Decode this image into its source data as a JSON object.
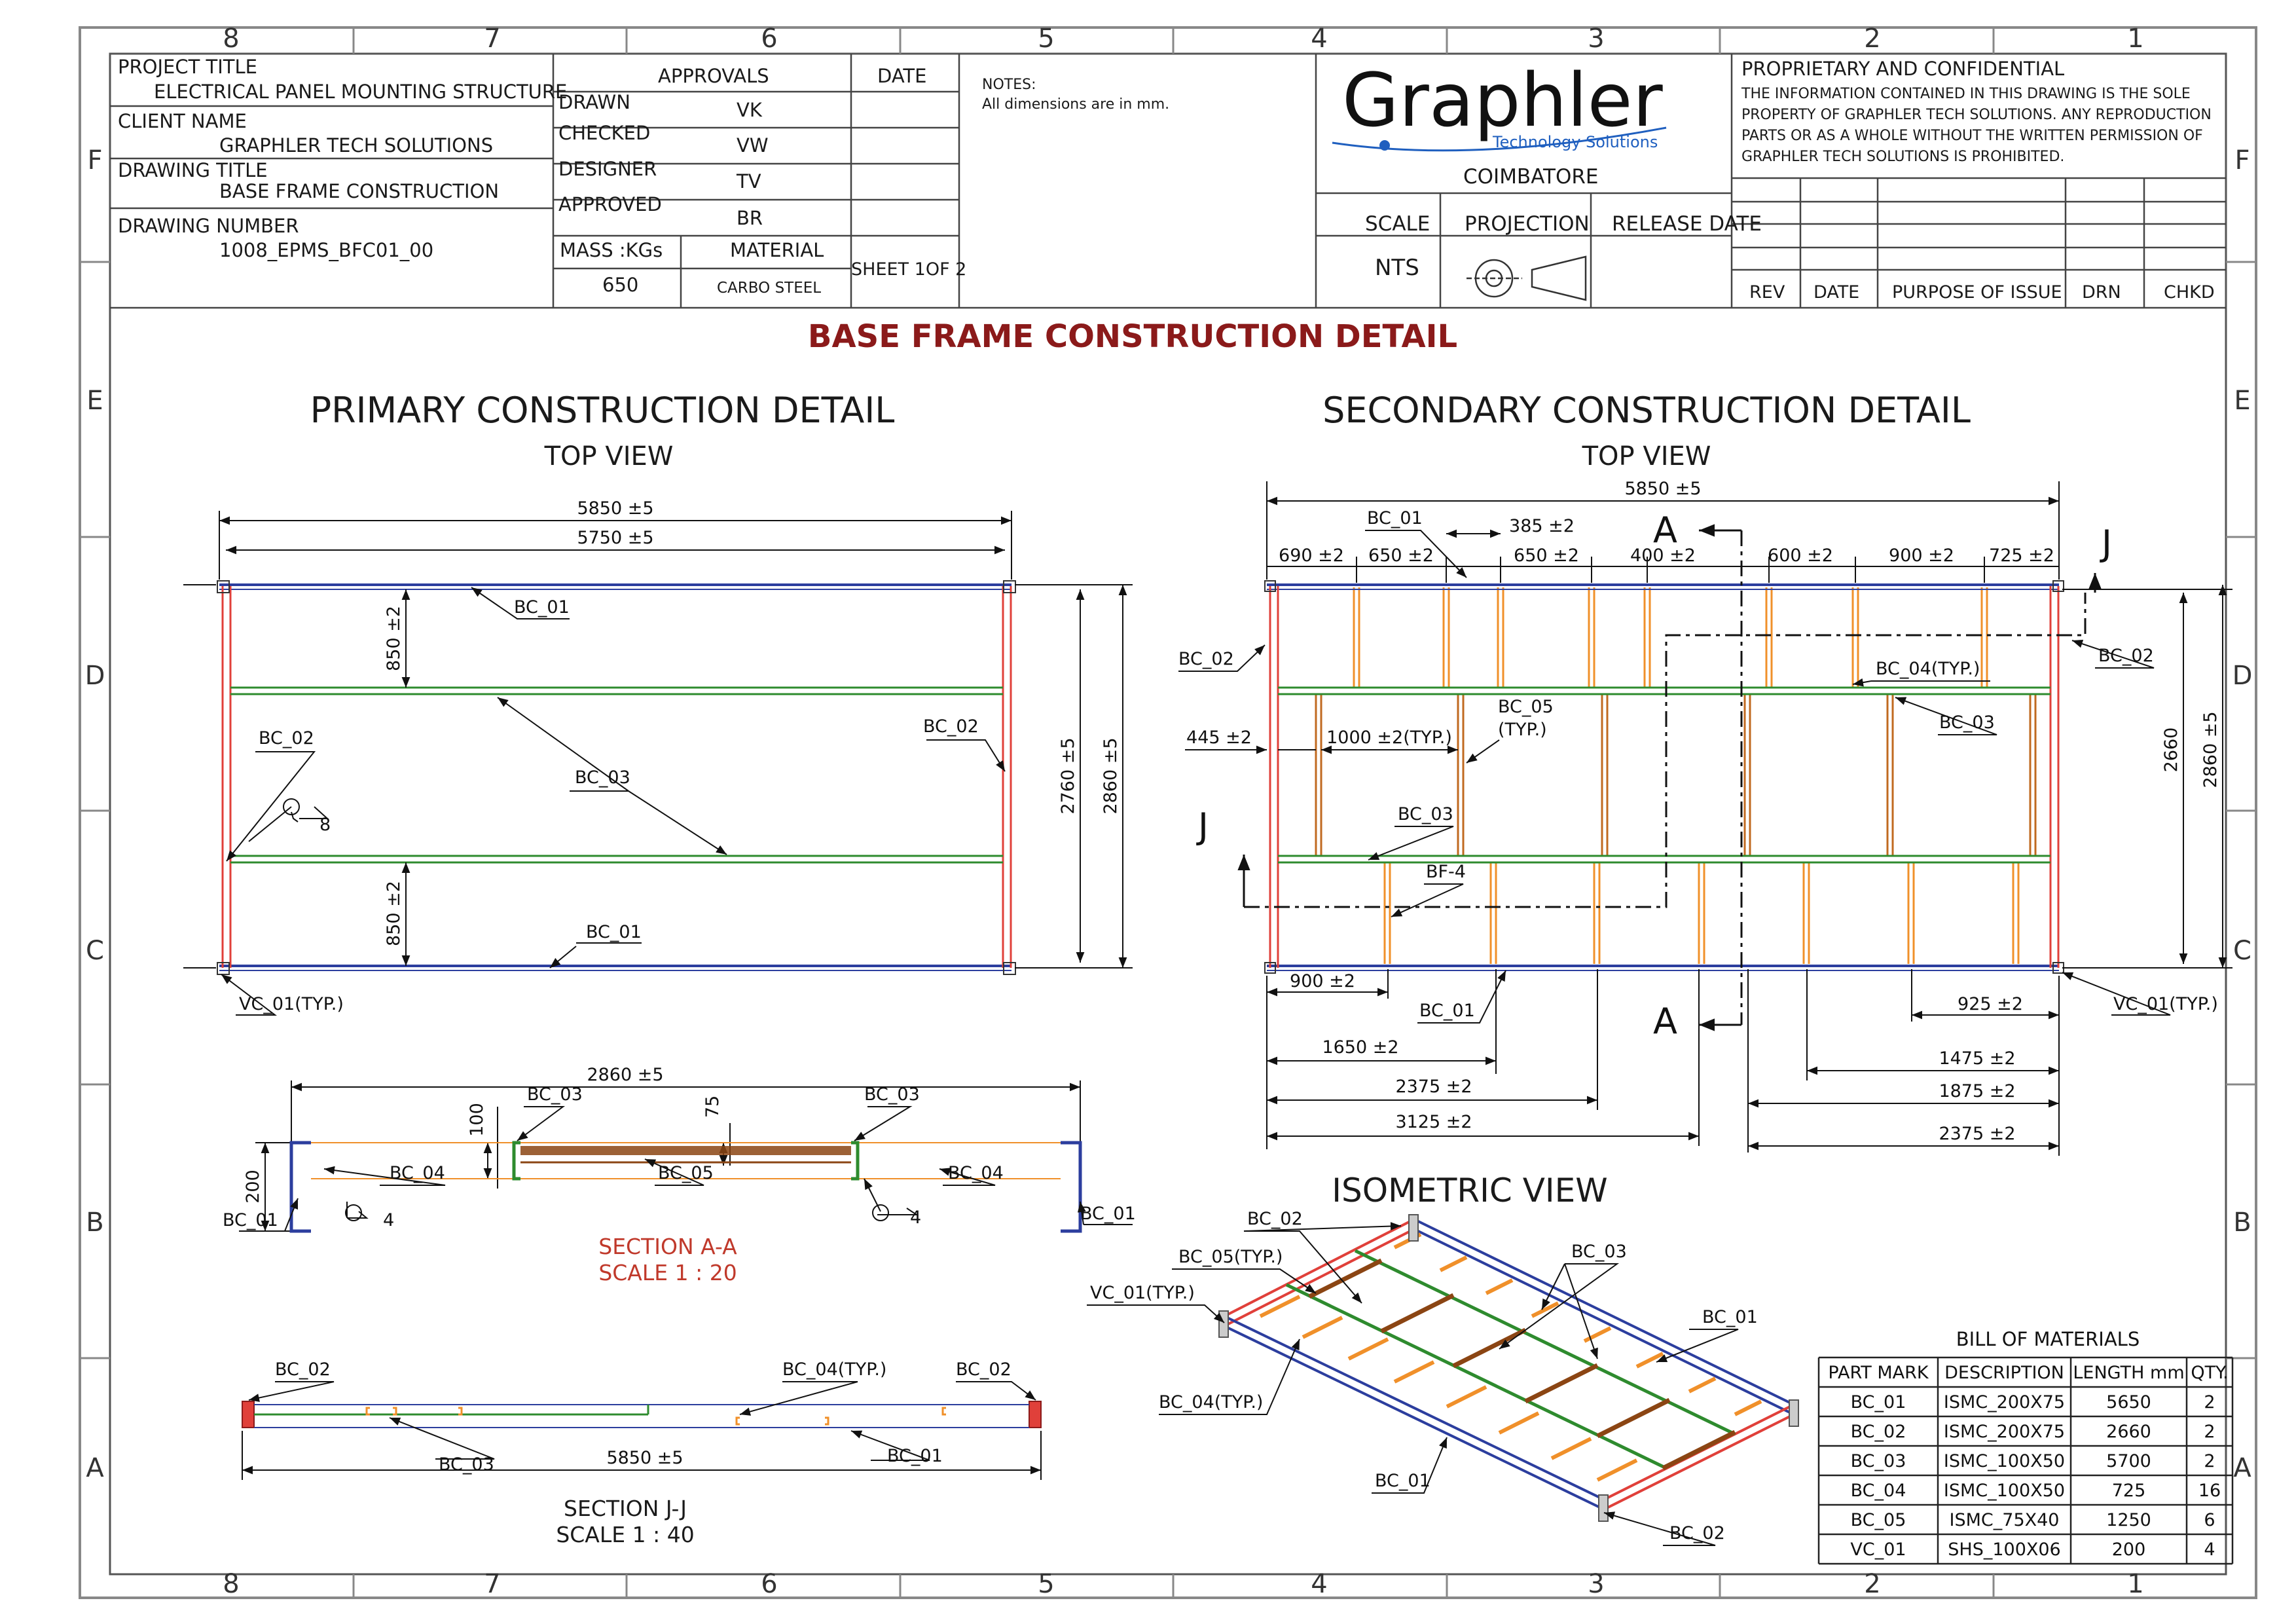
{
  "zones": {
    "columns": [
      "8",
      "7",
      "6",
      "5",
      "4",
      "3",
      "2",
      "1"
    ],
    "rows": [
      "F",
      "E",
      "D",
      "C",
      "B",
      "A"
    ]
  },
  "title_block": {
    "project_title_label": "PROJECT TITLE",
    "project_title": "ELECTRICAL PANEL MOUNTING STRUCTURE",
    "client_name_label": "CLIENT NAME",
    "client_name": "GRAPHLER TECH SOLUTIONS",
    "drawing_title_label": "DRAWING TITLE",
    "drawing_title": "BASE FRAME CONSTRUCTION",
    "drawing_number_label": "DRAWING NUMBER",
    "drawing_number": "1008_EPMS_BFC01_00",
    "approvals_label": "APPROVALS",
    "date_label": "DATE",
    "approvals": [
      {
        "role": "DRAWN",
        "initials": "VK"
      },
      {
        "role": "CHECKED",
        "initials": "VW"
      },
      {
        "role": "DESIGNER",
        "initials": "TV"
      },
      {
        "role": "APPROVED",
        "initials": "BR"
      }
    ],
    "mass_label": "MASS :KGs",
    "mass": "650",
    "material_label": "MATERIAL",
    "material": "CARBO STEEL",
    "sheet": "SHEET 1OF 2",
    "notes_label": "NOTES:",
    "notes": "All dimensions are in mm.",
    "logo_text": "Graphler",
    "logo_tagline": "Technology Solutions",
    "city": "COIMBATORE",
    "scale_label": "SCALE",
    "scale": "NTS",
    "projection_label": "PROJECTION",
    "release_date_label": "RELEASE DATE",
    "proprietary_title": "PROPRIETARY AND CONFIDENTIAL",
    "proprietary_lines": [
      "THE INFORMATION CONTAINED IN THIS DRAWING IS THE SOLE",
      "PROPERTY OF GRAPHLER TECH SOLUTIONS. ANY REPRODUCTION",
      "PARTS OR AS A WHOLE WITHOUT THE WRITTEN PERMISSION OF",
      "GRAPHLER TECH SOLUTIONS IS PROHIBITED."
    ],
    "revision_headers": [
      "REV",
      "DATE",
      "PURPOSE OF ISSUE",
      "DRN",
      "CHKD"
    ]
  },
  "main_title": "BASE FRAME CONSTRUCTION DETAIL",
  "primary": {
    "title": "PRIMARY CONSTRUCTION DETAIL",
    "subtitle": "TOP VIEW",
    "dims": {
      "overall_length": "5850 ±5",
      "inner_length": "5750 ±5",
      "spacing_top": "850 ±2",
      "spacing_bottom": "850 ±2",
      "inner_width": "2760 ±5",
      "overall_width": "2860 ±5"
    },
    "labels": {
      "bc01_top": "BC_01",
      "bc02_left": "BC_02",
      "bc02_right": "BC_02",
      "bc03": "BC_03",
      "bc01_bottom": "BC_01",
      "vc01": "VC_01(TYP.)",
      "weld": "8"
    }
  },
  "secondary": {
    "title": "SECONDARY CONSTRUCTION DETAIL",
    "subtitle": "TOP VIEW",
    "dims": {
      "overall": "5850 ±5",
      "d690": "690 ±2",
      "d650a": "650 ±2",
      "d385": "385 ±2",
      "d650b": "650 ±2",
      "d400": "400 ±2",
      "d600": "600 ±2",
      "d900": "900 ±2",
      "d725": "725 ±2",
      "d445": "445 ±2",
      "d1000": "1000 ±2(TYP.)",
      "d2660": "2660",
      "d2860": "2860 ±5",
      "b900": "900 ±2",
      "b1650": "1650 ±2",
      "b2375": "2375 ±2",
      "b3125": "3125 ±2",
      "r925": "925 ±2",
      "r1475": "1475 ±2",
      "r1875": "1875 ±2",
      "r2375": "2375 ±2"
    },
    "labels": {
      "bc01_top": "BC_01",
      "bc02_left": "BC_02",
      "bc02_right": "BC_02",
      "bc04": "BC_04(TYP.)",
      "bc05": "BC_05",
      "bc05_typ": "(TYP.)",
      "bc03_right": "BC_03",
      "bc03_left": "BC_03",
      "bf4": "BF-4",
      "bc01_bottom": "BC_01",
      "vc01": "VC_01(TYP.)",
      "section_a": "A",
      "section_j": "J"
    }
  },
  "section_aa": {
    "title": "SECTION A-A",
    "scale": "SCALE 1 : 20",
    "dims": {
      "overall": "2860 ±5",
      "d100": "100",
      "d75": "75",
      "d200": "200"
    },
    "labels": {
      "bc03_left": "BC_03",
      "bc03_right": "BC_03",
      "bc04_left": "BC_04",
      "bc05": "BC_05",
      "bc04_right": "BC_04",
      "bc01_left": "BC_01",
      "bc01_right": "BC_01",
      "weld_left": "4",
      "weld_right": "4"
    }
  },
  "section_jj": {
    "title": "SECTION J-J",
    "scale": "SCALE 1 : 40",
    "dims": {
      "overall": "5850 ±5"
    },
    "labels": {
      "bc02_left": "BC_02",
      "bc04": "BC_04(TYP.)",
      "bc02_right": "BC_02",
      "bc03": "BC_03",
      "bc01": "BC_01"
    }
  },
  "isometric": {
    "title": "ISOMETRIC VIEW",
    "labels": {
      "bc02_top": "BC_02",
      "bc05": "BC_05(TYP.)",
      "bc03": "BC_03",
      "vc01": "VC_01(TYP.)",
      "bc01_right": "BC_01",
      "bc04": "BC_04(TYP.)",
      "bc01_bottom": "BC_01",
      "bc02_bottom": "BC_02"
    }
  },
  "bom": {
    "title": "BILL OF MATERIALS",
    "headers": [
      "PART MARK",
      "DESCRIPTION",
      "LENGTH mm",
      "QTY."
    ],
    "rows": [
      [
        "BC_01",
        "ISMC_200X75",
        "5650",
        "2"
      ],
      [
        "BC_02",
        "ISMC_200X75",
        "2660",
        "2"
      ],
      [
        "BC_03",
        "ISMC_100X50",
        "5700",
        "2"
      ],
      [
        "BC_04",
        "ISMC_100X50",
        "725",
        "16"
      ],
      [
        "BC_05",
        "ISMC_75X40",
        "1250",
        "6"
      ],
      [
        "VC_01",
        "SHS_100X06",
        "200",
        "4"
      ]
    ]
  },
  "colors": {
    "title_red": "#8b1a1a",
    "section_red": "#c0392b",
    "bc01_blue": "#2c3e9e",
    "bc02_red": "#e0403a",
    "bc03_green": "#2e8b2e",
    "bc04_orange": "#f0902a",
    "bc05_brown": "#8b4513",
    "logo_blue": "#1f5fbf"
  }
}
